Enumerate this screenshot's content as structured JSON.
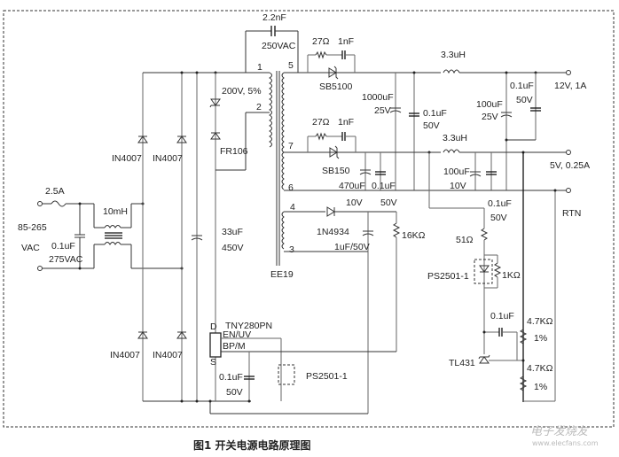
{
  "caption": "图1  开关电源电路原理图",
  "watermark": {
    "text": "电子发烧友",
    "url_text": "www.elecfans.com"
  },
  "input": {
    "fuse": "2.5A",
    "voltage_line1": "85-265",
    "voltage_line2": "VAC",
    "x_cap_line1": "0.1uF",
    "x_cap_line2": "275VAC",
    "choke": "10mH"
  },
  "bridge": {
    "d1": "IN4007",
    "d2": "IN4007",
    "d3": "IN4007",
    "d4": "IN4007"
  },
  "bulk_cap": {
    "value": "33uF",
    "voltage": "450V"
  },
  "clamp": {
    "zener": "200V, 5%",
    "diode": "FR106"
  },
  "y_cap": {
    "value": "2.2nF",
    "voltage": "250VAC"
  },
  "transformer": {
    "name": "EE19",
    "pins": [
      "1",
      "2",
      "5",
      "7",
      "6",
      "4",
      "3"
    ]
  },
  "out12": {
    "snubber_r": "27Ω",
    "snubber_c": "1nF",
    "diode": "SB5100",
    "cap1_val": "1000uF",
    "cap1_v": "25V",
    "cap2_val": "0.1uF",
    "cap2_v": "50V",
    "inductor": "3.3uH",
    "cap3_val": "100uF",
    "cap3_v": "25V",
    "cap4_val": "0.1uF",
    "cap4_v": "50V",
    "label": "12V, 1A"
  },
  "out5": {
    "snubber_r": "27Ω",
    "snubber_c": "1nF",
    "diode": "SB150",
    "cap1_val": "470uF",
    "cap1_v": "10V",
    "cap2_val": "0.1uF",
    "cap2_v": "50V",
    "inductor": "3.3uH",
    "cap3_val": "100uF",
    "cap3_v": "10V",
    "cap4_val": "0.1uF",
    "cap4_v": "50V",
    "label": "5V, 0.25A"
  },
  "rtn_label": "RTN",
  "bias": {
    "diode": "1N4934",
    "cap": "1uF/50V",
    "resistor": "16KΩ"
  },
  "feedback": {
    "r1": "51Ω",
    "opto": "PS2501-1",
    "r2": "1KΩ",
    "cap": "0.1uF",
    "r_top": "4.7KΩ",
    "r_top_tol": "1%",
    "r_bot": "4.7KΩ",
    "r_bot_tol": "1%",
    "ref": "TL431"
  },
  "controller": {
    "name": "TNY280PN",
    "pin_d": "D",
    "pin_en": "EN/UV",
    "pin_bp": "BP/M",
    "pin_s": "S",
    "bp_cap": "0.1uF",
    "bp_cap_v": "50V",
    "opto": "PS2501-1"
  }
}
